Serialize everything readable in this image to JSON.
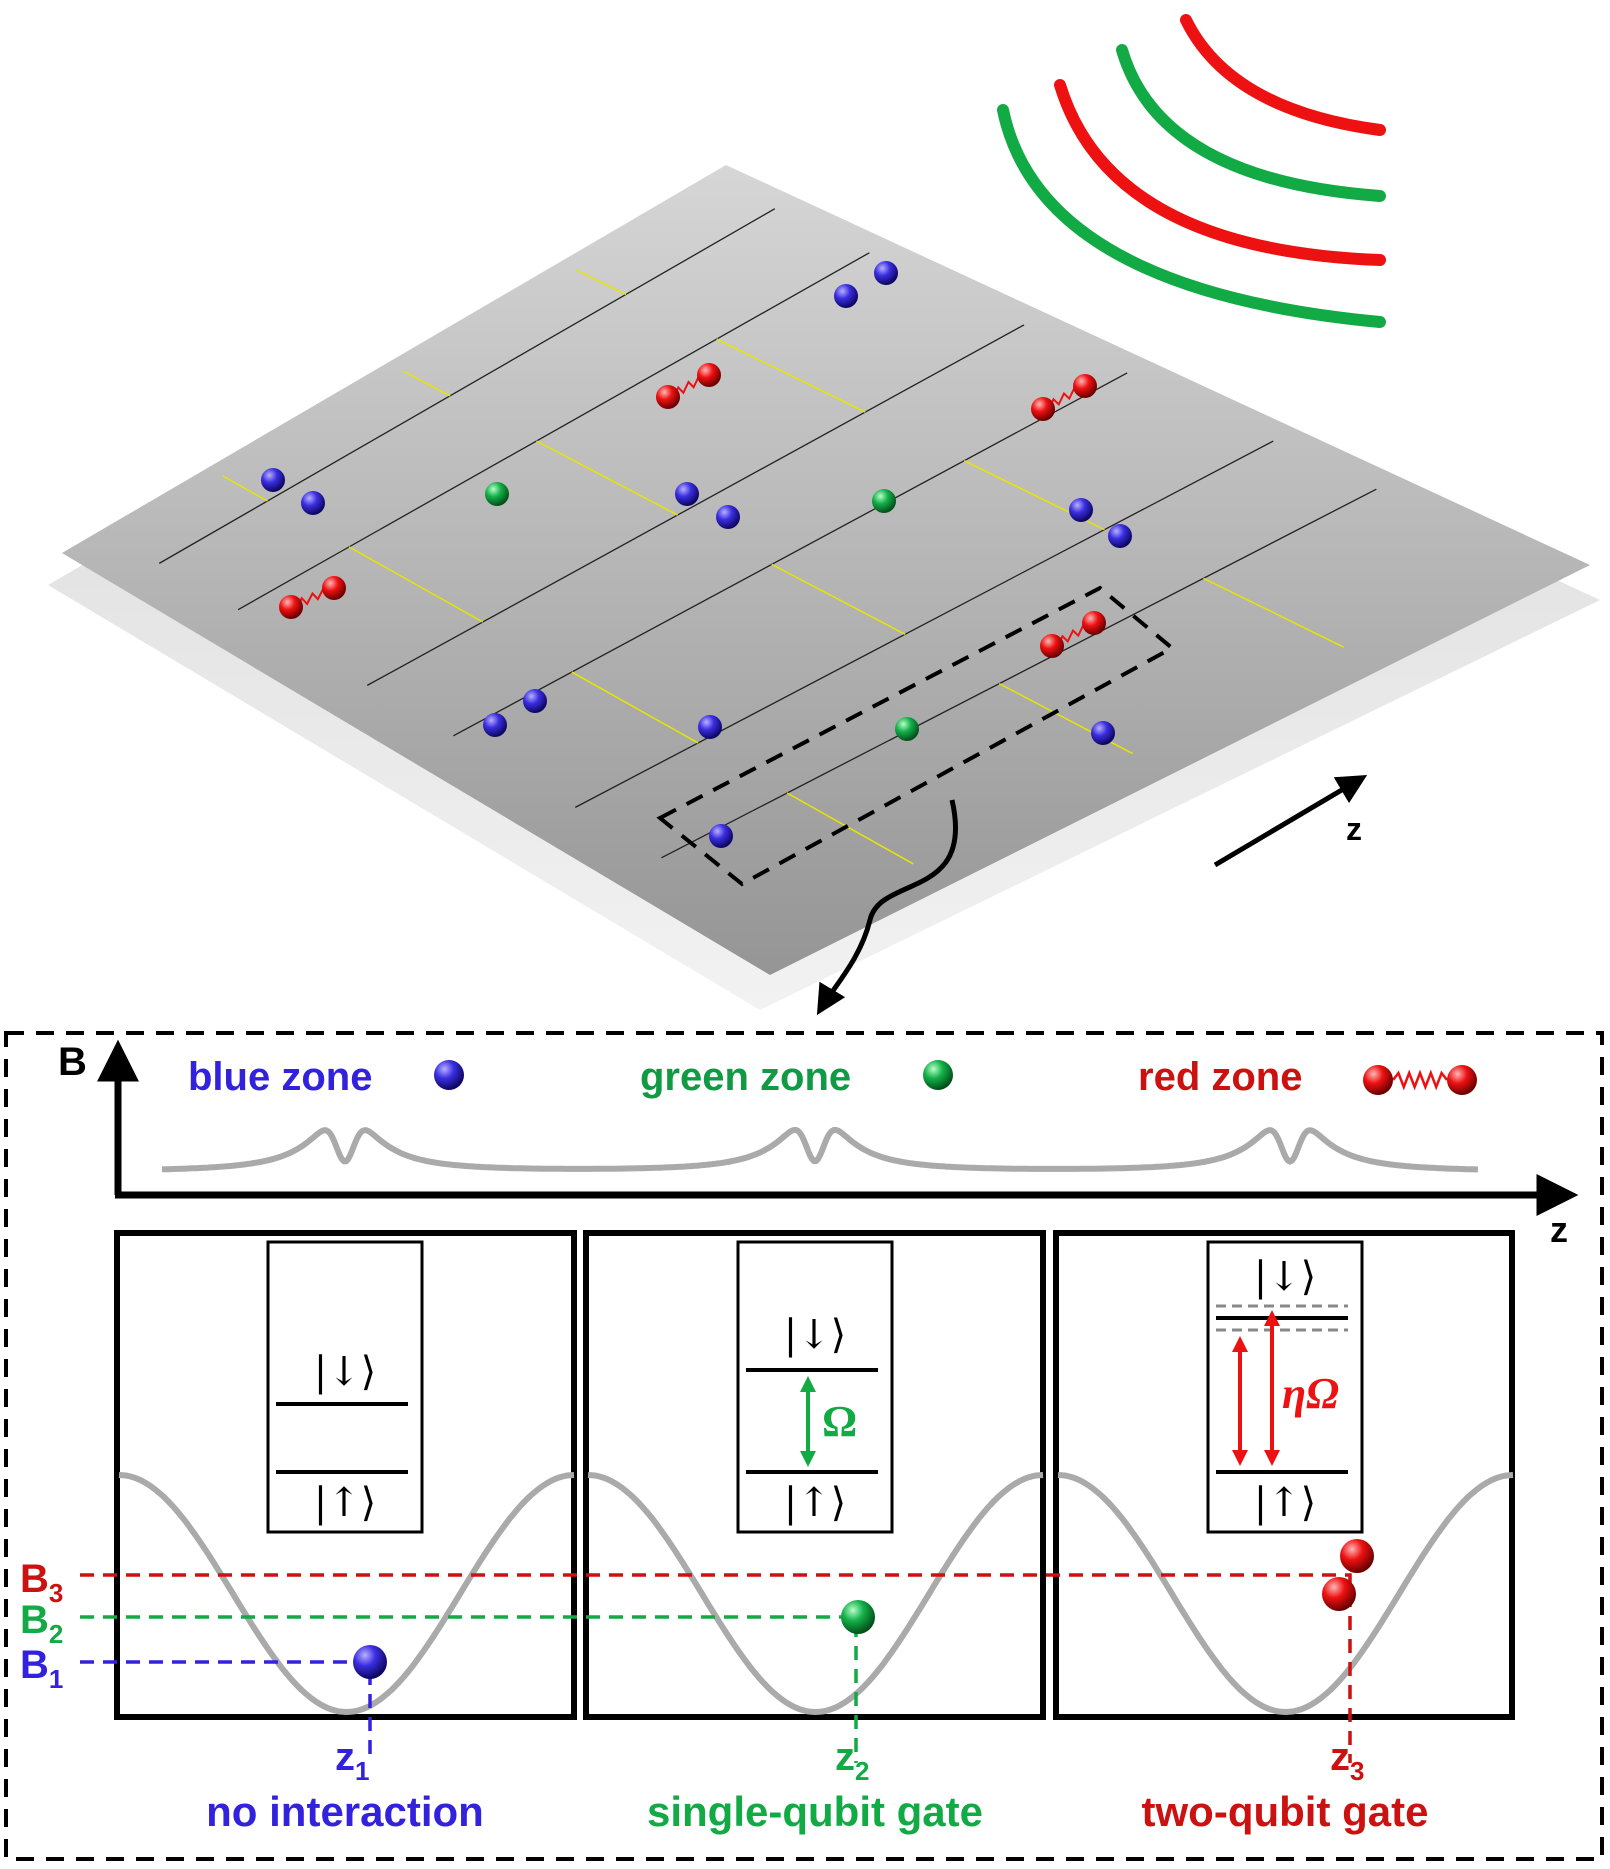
{
  "axes": {
    "b_label": "B",
    "z_label": "z",
    "lattice_z_label": "z"
  },
  "zones": {
    "blue": {
      "label": "blue zone",
      "color": "#3322dd"
    },
    "green": {
      "label": "green zone",
      "color": "#119944"
    },
    "red": {
      "label": "red zone",
      "color": "#cc1111"
    }
  },
  "levels": {
    "down_ket": "|↓⟩",
    "up_ket": "|↑⟩",
    "omega": "Ω",
    "eta_omega": "ηΩ"
  },
  "field_levels": {
    "b1": {
      "main": "B",
      "sub": "1"
    },
    "b2": {
      "main": "B",
      "sub": "2"
    },
    "b3": {
      "main": "B",
      "sub": "3"
    }
  },
  "positions": {
    "z1": {
      "main": "z",
      "sub": "1"
    },
    "z2": {
      "main": "z",
      "sub": "2"
    },
    "z3": {
      "main": "z",
      "sub": "3"
    }
  },
  "captions": {
    "blue": "no interaction",
    "green": "single-qubit gate",
    "red": "two-qubit gate"
  },
  "colors": {
    "blue_ion": "#3322dd",
    "green_ion": "#11aa44",
    "red_ion": "#ee1111",
    "wave_green": "#11aa44",
    "wave_red": "#ee1111",
    "potential_gray": "#aaaaaa",
    "lattice_line_yellow": "#e6e600"
  }
}
